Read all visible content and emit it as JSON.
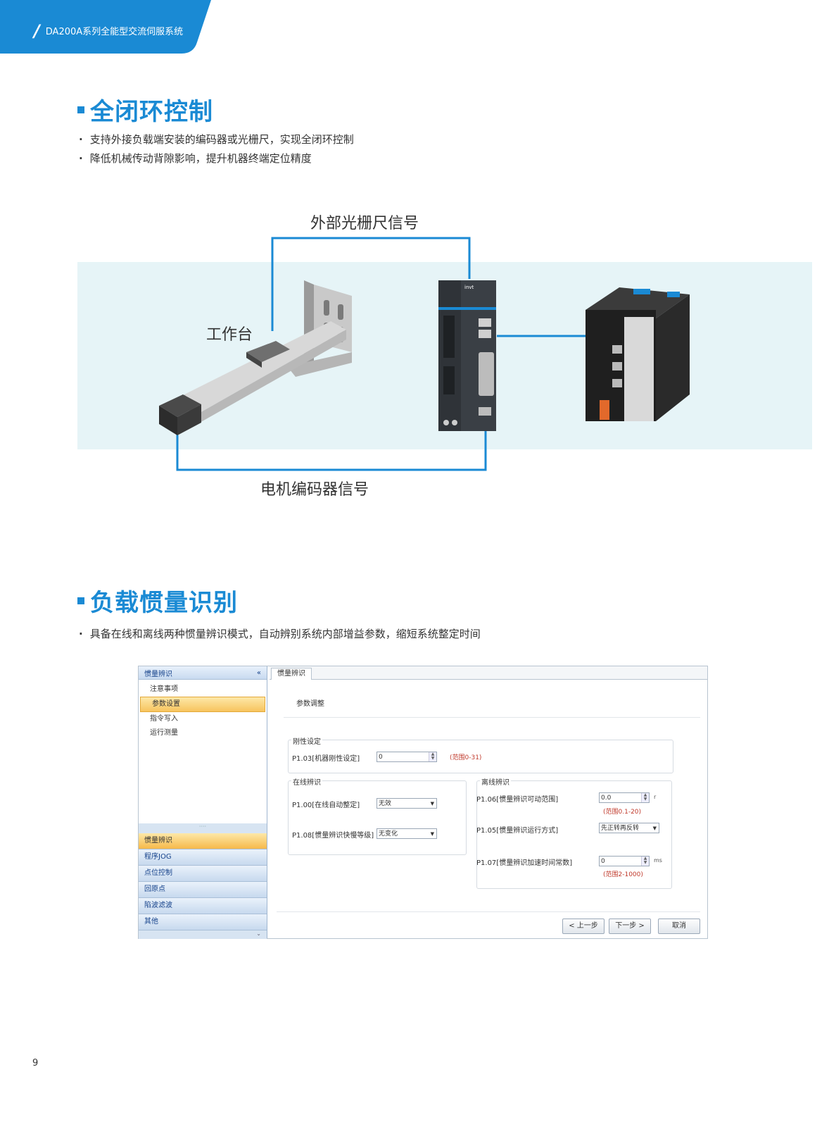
{
  "header": {
    "title": "DA200A系列全能型交流伺服系统"
  },
  "section1": {
    "title": "全闭环控制",
    "bullets": [
      "支持外接负载端安装的编码器或光栅尺，实现全闭环控制",
      "降低机械传动背隙影响，提升机器终端定位精度"
    ]
  },
  "diagram": {
    "label_top": "外部光栅尺信号",
    "label_worktable": "工作台",
    "label_bottom": "电机编码器信号",
    "line_color": "#1a8ad4",
    "band_color": "#e6f4f7"
  },
  "section2": {
    "title": "负载惯量识别",
    "bullets": [
      "具备在线和离线两种惯量辨识模式，自动辨别系统内部增益参数，缩短系统整定时间"
    ]
  },
  "software": {
    "left_header": "惯量辨识",
    "collapse_icon": "«",
    "tree_items": [
      "注意事项",
      "参数设置",
      "指令写入",
      "运行测量"
    ],
    "selected_tree_index": 1,
    "categories": [
      "惯量辨识",
      "程序JOG",
      "点位控制",
      "回原点",
      "陷波滤波",
      "其他"
    ],
    "selected_category_index": 0,
    "tab": "惯量辨识",
    "section_label": "参数调整",
    "rigidity": {
      "group": "刚性设定",
      "label": "P1.03[机器刚性设定]",
      "value": "0",
      "range": "(范围0-31)"
    },
    "online": {
      "group": "在线辨识",
      "p100_label": "P1.00[在线自动整定]",
      "p100_value": "无效",
      "p108_label": "P1.08[惯量辨识快慢等级]",
      "p108_value": "无变化"
    },
    "offline": {
      "group": "离线辨识",
      "p106_label": "P1.06[惯量辨识可动范围]",
      "p106_value": "0.0",
      "p106_unit": "r",
      "p106_range": "(范围0.1-20)",
      "p105_label": "P1.05[惯量辨识运行方式]",
      "p105_value": "先正转再反转",
      "p107_label": "P1.07[惯量辨识加速时间常数]",
      "p107_value": "0",
      "p107_unit": "ms",
      "p107_range": "(范围2-1000)"
    },
    "buttons": {
      "prev": "< 上一步",
      "next": "下一步 >",
      "cancel": "取消"
    }
  },
  "page_number": "9"
}
